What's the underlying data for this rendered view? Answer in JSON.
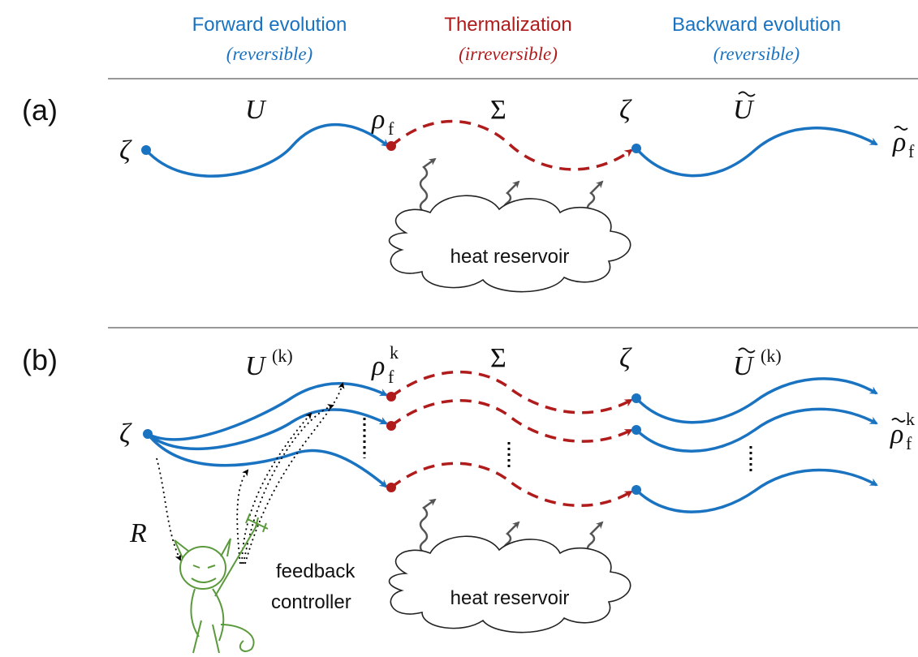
{
  "header": {
    "forward": {
      "title": "Forward evolution",
      "subtitle": "(reversible)"
    },
    "thermal": {
      "title": "Thermalization",
      "subtitle": "(irreversible)"
    },
    "backward": {
      "title": "Backward evolution",
      "subtitle": "(reversible)"
    }
  },
  "colors": {
    "blue": "#1a73c1",
    "red": "#b01c1c",
    "green": "#5a9a3c",
    "gray": "#555555"
  },
  "panel_a": {
    "label": "(a)",
    "zeta_start": "ζ",
    "U": "U",
    "rho_f": "ρ",
    "rho_f_sub": "f",
    "Sigma": "Σ",
    "zeta_mid": "ζ",
    "U_tilde": "U",
    "rho_tilde": "ρ",
    "rho_tilde_sub": "f",
    "reservoir": "heat reservoir"
  },
  "panel_b": {
    "label": "(b)",
    "zeta_start": "ζ",
    "U": "U",
    "U_sup": "(k)",
    "rho_f": "ρ",
    "rho_f_sub": "f",
    "rho_f_sup": "k",
    "Sigma": "Σ",
    "zeta_mid": "ζ",
    "U_tilde": "U",
    "U_tilde_sup": "(k)",
    "rho_tilde": "ρ",
    "rho_tilde_sub": "f",
    "rho_tilde_sup": "k",
    "R": "R",
    "controller_line1": "feedback",
    "controller_line2": "controller",
    "reservoir": "heat reservoir"
  }
}
